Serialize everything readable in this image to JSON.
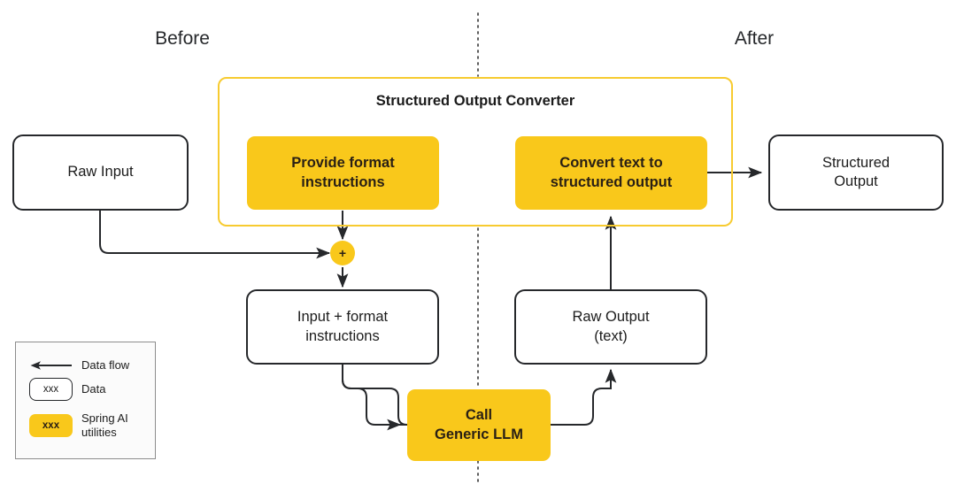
{
  "diagram": {
    "phases": [
      {
        "id": "before",
        "label": "Before"
      },
      {
        "id": "after",
        "label": "After"
      }
    ],
    "group": {
      "title": "Structured Output Converter",
      "border_color": "#F7CB30"
    },
    "nodes": [
      {
        "id": "raw-input",
        "label": "Raw Input",
        "kind": "data"
      },
      {
        "id": "provide-format-instructions",
        "label": "Provide format\ninstructions",
        "kind": "utility"
      },
      {
        "id": "convert-text-to-structured-output",
        "label": "Convert text to\nstructured  output",
        "kind": "utility"
      },
      {
        "id": "structured-output",
        "label": "Structured\nOutput",
        "kind": "data"
      },
      {
        "id": "merge",
        "label": "+",
        "kind": "junction"
      },
      {
        "id": "input-plus-format-instructions",
        "label": "Input + format\ninstructions",
        "kind": "data"
      },
      {
        "id": "raw-output-text",
        "label": "Raw Output\n(text)",
        "kind": "data"
      },
      {
        "id": "call-generic-llm",
        "label": "Call\nGeneric LLM",
        "kind": "utility"
      }
    ],
    "legend": {
      "items": [
        {
          "id": "data-flow",
          "glyph": "arrow",
          "label": "Data flow",
          "swatch_text": ""
        },
        {
          "id": "data",
          "glyph": "rounded-box",
          "label": "Data",
          "swatch_text": "xxx"
        },
        {
          "id": "spring-ai-utilities",
          "glyph": "filled-box",
          "label": "Spring AI\nutilities",
          "swatch_text": "xxx"
        }
      ]
    },
    "colors": {
      "utility_fill": "#F9C81B",
      "group_border": "#F7CB30",
      "stroke": "#26282b",
      "background": "#ffffff"
    }
  }
}
